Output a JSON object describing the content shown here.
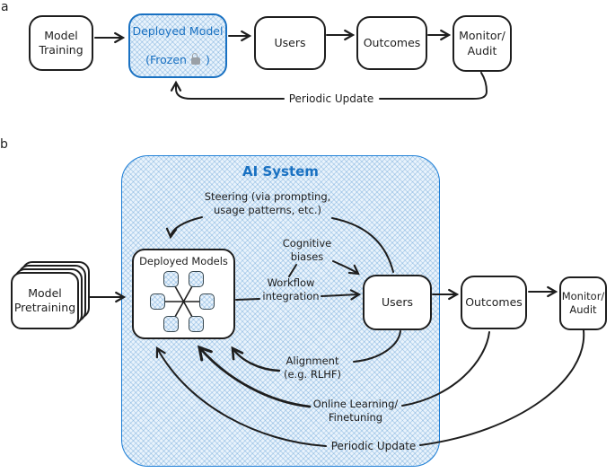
{
  "colors": {
    "ink": "#1e1e1e",
    "blue_accent": "#1971c2",
    "light_blue_fill": "#e9f3fc"
  },
  "panel_a": {
    "label": "a",
    "nodes": {
      "model_training": "Model\nTraining",
      "deployed_model_line1": "Deployed Model",
      "deployed_model_frozen_pre": "(Frozen",
      "deployed_model_frozen_post": ")",
      "users": "Users",
      "outcomes": "Outcomes",
      "monitor_audit": "Monitor/\nAudit"
    },
    "edge_labels": {
      "periodic_update": "Periodic Update"
    }
  },
  "panel_b": {
    "label": "b",
    "ai_system_title": "AI System",
    "nodes": {
      "model_pretraining": "Model\nPretraining",
      "deployed_models": "Deployed Models",
      "users": "Users",
      "outcomes": "Outcomes",
      "monitor_audit": "Monitor/\nAudit"
    },
    "edge_labels": {
      "steering": "Steering (via prompting,\nusage patterns, etc.)",
      "cognitive_biases": "Cognitive\nbiases",
      "workflow_integration": "Workflow\nintegration",
      "alignment": "Alignment\n(e.g. RLHF)",
      "online_learning": "Online Learning/\nFinetuning",
      "periodic_update": "Periodic Update"
    }
  }
}
